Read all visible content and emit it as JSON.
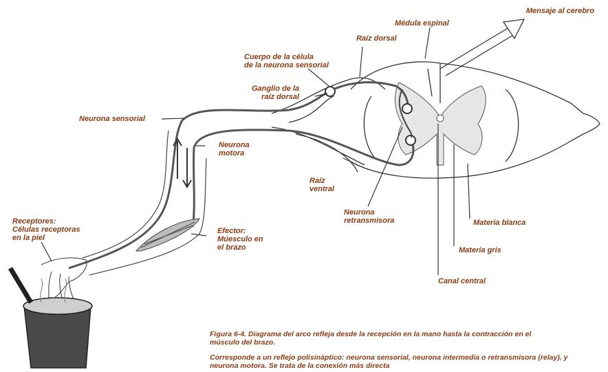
{
  "labels": {
    "mensaje_cerebro": "Mensaje al cerebro",
    "medula_espinal": "Médula espinal",
    "raiz_dorsal": "Raíz dorsal",
    "cuerpo_celula": "Cuerpo de la célula\nde la neurona sensorial",
    "ganglio": "Ganglio de la\nraíz dorsal",
    "neurona_sensorial": "Neurona sensorial",
    "neurona_motora": "Neurona\nmotora",
    "raiz_ventral": "Raíz\nventral",
    "neurona_retransmisora": "Neurona\nretransmisora",
    "materia_blanca": "Materia blanca",
    "materia_gris": "Materia gris",
    "canal_central": "Canal central",
    "receptores": "Receptores:\nCélulas receptoras\nen la piel",
    "efector": "Efector:\nMúesculo en\nel brazo"
  },
  "caption": {
    "line1": "Figura 6-4. Diagrama del arco refleja desde la recepción en la mano hasta la contracción en el músculo del brazo.",
    "line2": "Corresponde a un reflejo polisináptico: neurona sensorial, neurona intermedia o retransmisora (relay), y neurona motora. Se trata de la conexión más directa"
  },
  "colors": {
    "label": "#8a3b12",
    "line": "#2b2b2b",
    "nerve": "#555555"
  }
}
